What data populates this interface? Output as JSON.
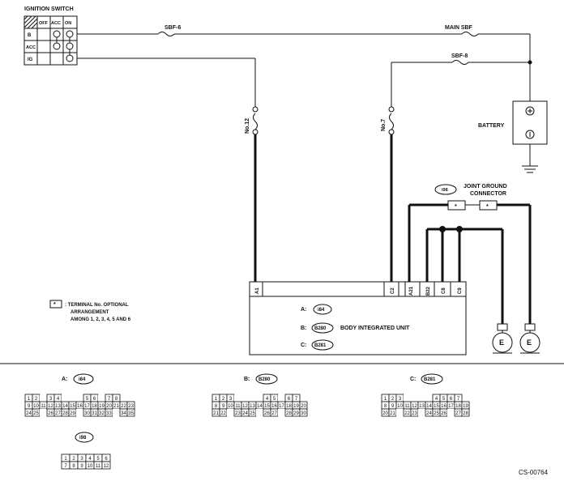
{
  "ignition_switch": {
    "title": "IGNITION SWITCH",
    "columns": [
      "OFF",
      "ACC",
      "ON"
    ],
    "rows": [
      "B",
      "ACC",
      "IG"
    ]
  },
  "fuses": {
    "sbf6": "SBF-6",
    "main_sbf": "MAIN SBF",
    "sbf8": "SBF-8",
    "no12": "No.12",
    "no7": "No.7"
  },
  "battery": {
    "label": "BATTERY",
    "plus": "+",
    "minus": "−"
  },
  "joint_ground": {
    "connector_id": "i98",
    "label_line1": "JOINT GROUND",
    "label_line2": "CONNECTOR",
    "star": "*"
  },
  "body_unit": {
    "pins": [
      "A1",
      "C2",
      "A21",
      "B22",
      "C8",
      "C9"
    ],
    "conn_a_prefix": "A:",
    "conn_a": "i84",
    "conn_b_prefix": "B:",
    "conn_b": "B280",
    "conn_c_prefix": "C:",
    "conn_c": "B281",
    "name": "BODY INTEGRATED UNIT"
  },
  "ground_symbol": "E",
  "note": {
    "star": "*",
    "line1": ": TERMINAL No. OPTIONAL",
    "line2": "ARRANGEMENT",
    "line3": "AMONG 1, 2, 3, 4, 5 AND 6"
  },
  "connectors": {
    "a": {
      "prefix": "A:",
      "id": "i84",
      "row1": [
        "1",
        "2",
        "",
        "3",
        "4",
        "",
        "",
        "",
        "5",
        "6",
        "",
        "7",
        "8"
      ],
      "row2": [
        "9",
        "10",
        "11",
        "12",
        "13",
        "14",
        "15",
        "16",
        "17",
        "18",
        "19",
        "20",
        "21",
        "22",
        "23"
      ],
      "row3": [
        "24",
        "25",
        "",
        "26",
        "27",
        "28",
        "29",
        "",
        "30",
        "31",
        "32",
        "33",
        "",
        "34",
        "35"
      ]
    },
    "b": {
      "prefix": "B:",
      "id": "B280",
      "row1": [
        "1",
        "2",
        "3",
        "",
        "",
        "",
        "",
        "4",
        "5",
        "",
        "6",
        "7"
      ],
      "row2": [
        "8",
        "9",
        "10",
        "11",
        "12",
        "13",
        "14",
        "15",
        "16",
        "17",
        "18",
        "19",
        "20"
      ],
      "row3": [
        "21",
        "22",
        "",
        "23",
        "24",
        "25",
        "",
        "26",
        "27",
        "",
        "28",
        "29",
        "30"
      ]
    },
    "c": {
      "prefix": "C:",
      "id": "B281",
      "row1": [
        "1",
        "2",
        "3",
        "",
        "",
        "",
        "",
        "4",
        "5",
        "6",
        "7"
      ],
      "row2": [
        "8",
        "9",
        "10",
        "11",
        "12",
        "13",
        "14",
        "15",
        "16",
        "17",
        "18",
        "19"
      ],
      "row3": [
        "20",
        "21",
        "",
        "22",
        "23",
        "",
        "24",
        "25",
        "26",
        "",
        "27",
        "28"
      ]
    },
    "i98": {
      "id": "i98",
      "row1": [
        "1",
        "2",
        "3",
        "4",
        "5",
        "6"
      ],
      "row2": [
        "7",
        "8",
        "9",
        "10",
        "11",
        "12"
      ]
    }
  },
  "code": "CS-00764"
}
